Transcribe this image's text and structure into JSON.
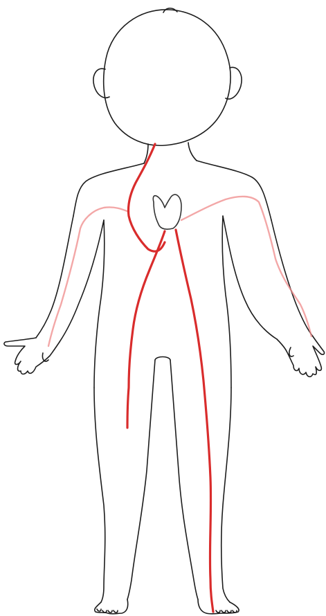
{
  "figure": {
    "subject": "child-body-outline",
    "view": "front",
    "outline_color": "#1c1c1c",
    "background_color": "#ffffff"
  },
  "vessels": [
    {
      "id": "neck-to-heart",
      "color": "#d92c2c",
      "style": "strong"
    },
    {
      "id": "heart-to-left-thigh",
      "color": "#d92c2c",
      "style": "strong"
    },
    {
      "id": "heart-to-right-foot",
      "color": "#d92c2c",
      "style": "strong"
    },
    {
      "id": "right-arm",
      "color": "#ef8a8a",
      "style": "faint"
    },
    {
      "id": "left-arm",
      "color": "#ef8a8a",
      "style": "faint"
    }
  ],
  "heart": {
    "icon": "heart-icon",
    "fill": "#ffffff",
    "stroke": "#333333"
  }
}
